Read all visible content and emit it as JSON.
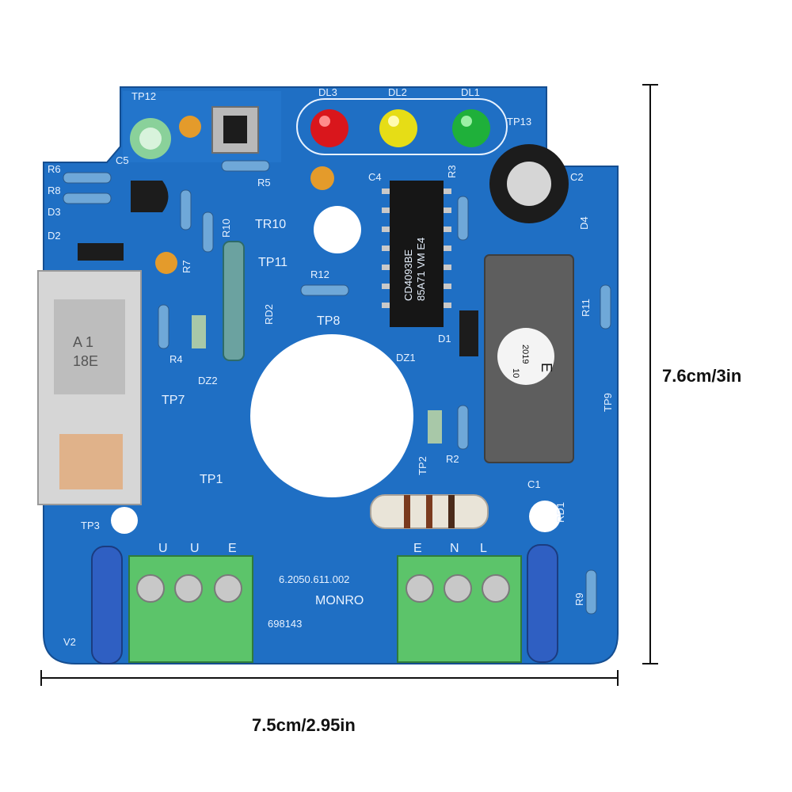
{
  "dimensions": {
    "height": "7.6cm/3in",
    "width": "7.5cm/2.95in"
  },
  "board": {
    "part_number": "6.2050.611.002",
    "brand": "MONRO",
    "serial": "698143",
    "ic_text_1": "CD4093BE",
    "ic_text_2": "85A71 VM E4",
    "reed_stamp_1": "E",
    "reed_stamp_2": "2019",
    "reed_stamp_3": "10",
    "relay_text": "A 1",
    "relay_text_2": "18E",
    "labels": {
      "tp12": "TP12",
      "dl3": "DL3",
      "dl2": "DL2",
      "dl1": "DL1",
      "tp13": "TP13",
      "c5": "C5",
      "r6": "R6",
      "r8": "R8",
      "d3": "D3",
      "d2": "D2",
      "r5": "R5",
      "c4": "C4",
      "r3": "R3",
      "c2": "C2",
      "d4": "D4",
      "tr10": "TR10",
      "r10": "R10",
      "r7": "R7",
      "tp11": "TP11",
      "r12": "R12",
      "tp8": "TP8",
      "rd2": "RD2",
      "r11": "R11",
      "r4": "R4",
      "dz2": "DZ2",
      "tp7": "TP7",
      "d1": "D1",
      "dz1": "DZ1",
      "tp9": "TP9",
      "tp2": "TP2",
      "r2": "R2",
      "tp1": "TP1",
      "c1": "C1",
      "rd1": "RD1",
      "tp3": "TP3",
      "r9": "R9",
      "v2": "V2"
    },
    "terminal_left": [
      "U",
      "U",
      "E"
    ],
    "terminal_right": [
      "E",
      "N",
      "L"
    ]
  }
}
